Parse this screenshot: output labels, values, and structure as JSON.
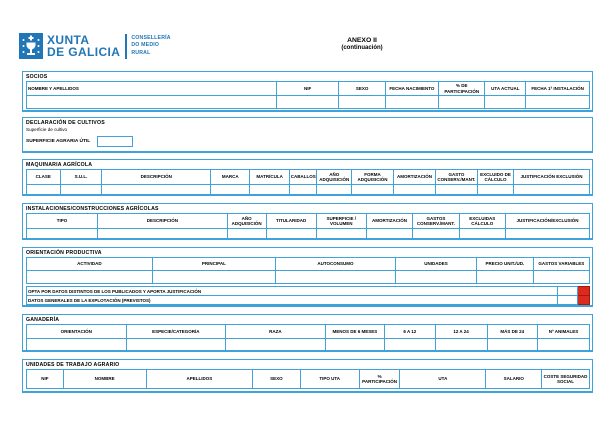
{
  "header": {
    "brand_line1": "XUNTA",
    "brand_line2": "DE GALICIA",
    "department": [
      "CONSELLERÍA",
      "DO MEDIO",
      "RURAL"
    ],
    "doc_title": "ANEXO II",
    "doc_subtitle": "(continuación)"
  },
  "colors": {
    "table_border_blue": "#3FA3DA",
    "logo_blue": "#2076B6",
    "flag_red": "#DC2A1E"
  },
  "sections": {
    "socios": {
      "title": "SOCIOS",
      "columns": [
        "NOMBRE Y APELLIDOS",
        "NIF",
        "SEXO",
        "FECHA NACIMIENTO",
        "% DE PARTICIPACIÓN",
        "UTA ACTUAL",
        "FECHA 1ª INSTALACIÓN"
      ]
    },
    "cultivos": {
      "title": "DECLARACIÓN DE CULTIVOS",
      "subtitle": "Superficie de cultivo",
      "field_label": "SUPERFICIE AGRARIA ÚTIL",
      "field_value": ""
    },
    "maquinaria": {
      "title": "MAQUINARIA AGRÍCOLA",
      "columns": [
        "CLASE",
        "S.U.L.",
        "DESCRIPCIÓN",
        "MARCA",
        "MATRÍCULA",
        "CABALLOS",
        "AÑO ADQUISICIÓN",
        "FORMA ADQUISICIÓN",
        "AMORTIZACIÓN",
        "GASTO CONSERV./MANT.",
        "EXCLUIDO DE CÁLCULO",
        "JUSTIFICACIÓN EXCLUSIÓN"
      ]
    },
    "instalaciones": {
      "title": "INSTALACIONES/CONSTRUCCIONES AGRÍCOLAS",
      "columns": [
        "TIPO",
        "DESCRIPCIÓN",
        "AÑO ADQUISICIÓN",
        "TITULARIDAD",
        "SUPERFICIE / VOLUMEN",
        "AMORTIZACIÓN",
        "GASTOS CONSERV./MANT.",
        "EXCLUIDAS CÁLCULO",
        "JUSTIFICACIÓN/EXCLUSIÓN"
      ]
    },
    "orientacion": {
      "title": "ORIENTACIÓN PRODUCTIVA",
      "columns": [
        "ACTIVIDAD",
        "PRINCIPAL",
        "AUTOCONSUMO",
        "UNIDADES",
        "PRECIO UNIT./UD.",
        "GASTOS VARIABLES"
      ],
      "option_rows": [
        "OPTA POR DATOS DISTINTOS DE LOS PUBLICADOS Y APORTA JUSTIFICACIÓN",
        "DATOS GENERALES DE LA EXPLOTACIÓN (PREVISTOS)"
      ]
    },
    "ganaderia": {
      "title": "GANADERÍA",
      "columns": [
        "ORIENTACIÓN",
        "ESPECIE/CATEGORÍA",
        "RAZA",
        "MENOS DE 6 MESES",
        "6 A 12",
        "12 A 24",
        "MÁS DE 24",
        "Nº ANIMALES"
      ]
    },
    "uta": {
      "title": "UNIDADES DE TRABAJO AGRARIO",
      "columns": [
        "NIF",
        "NOMBRE",
        "APELLIDOS",
        "SEXO",
        "TIPO UTA",
        "% PARTICIPACIÓN",
        "UTA",
        "SALARIO",
        "COSTE SEGURIDAD SOCIAL"
      ]
    }
  }
}
